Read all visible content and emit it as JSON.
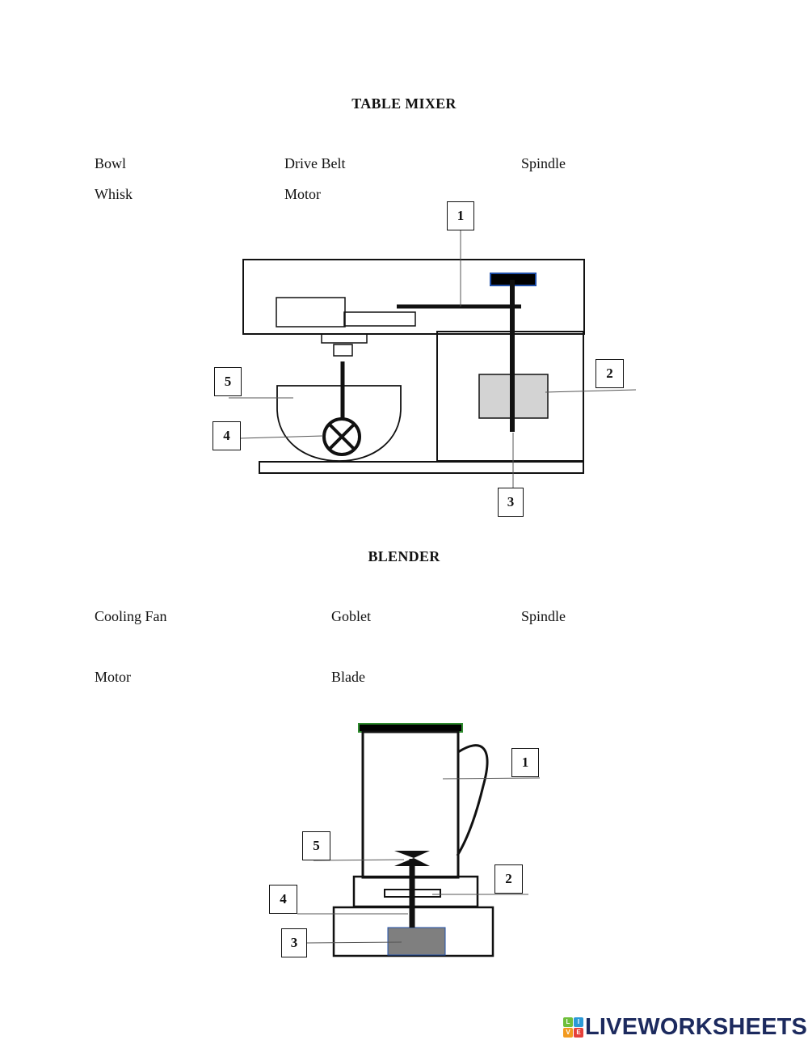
{
  "mixer": {
    "title": "TABLE MIXER",
    "words": [
      "Bowl",
      "Drive Belt",
      "Spindle",
      "Whisk",
      "Motor"
    ],
    "labels": [
      "1",
      "2",
      "3",
      "4",
      "5"
    ]
  },
  "blender": {
    "title": "BLENDER",
    "words": [
      "Cooling Fan",
      "Goblet",
      "Spindle",
      "Motor",
      "Blade"
    ],
    "labels": [
      "1",
      "2",
      "3",
      "4",
      "5"
    ]
  },
  "brand": {
    "name": "LIVEWORKSHEETS",
    "logo_letters": [
      "L",
      "I",
      "V",
      "E"
    ],
    "colors": {
      "text": "#1c2a5e",
      "green": "#6fbf3b",
      "blue": "#2c9ad6",
      "orange": "#f29a1f",
      "red": "#e5403a"
    }
  },
  "colors": {
    "mixer_motor_fill": "#d3d3d3",
    "blender_motor_fill": "#7f7f7f",
    "mixer_cap_fill": "#000000",
    "mixer_cap_outline": "#1f4fa8",
    "blender_lid_outline": "#2e8b2e"
  }
}
